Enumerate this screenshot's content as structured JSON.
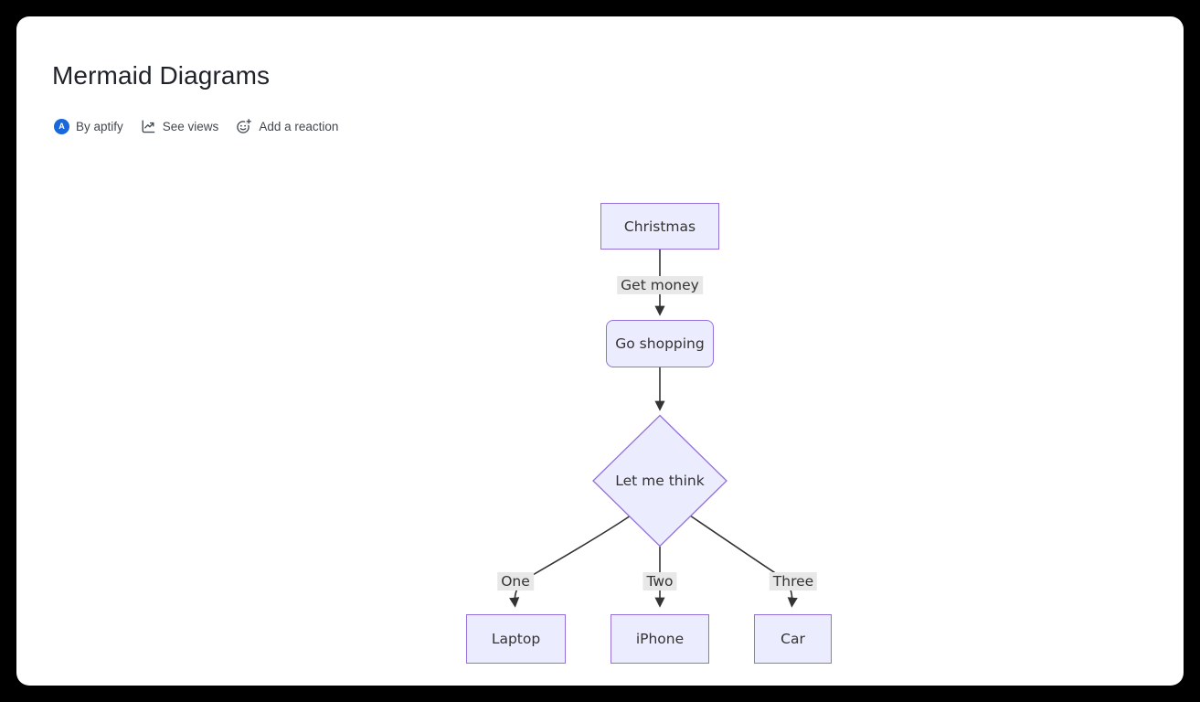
{
  "header": {
    "title": "Mermaid Diagrams",
    "byline": {
      "avatar_letter": "A",
      "author_label": "By aptify",
      "views_label": "See views",
      "reaction_label": "Add a reaction"
    }
  },
  "diagram": {
    "type": "flowchart",
    "direction": "top-down",
    "nodes": [
      {
        "label": "Christmas",
        "shape": "rectangle"
      },
      {
        "label": "Go shopping",
        "shape": "rounded-rectangle"
      },
      {
        "label": "Let me think",
        "shape": "diamond"
      },
      {
        "label": "Laptop",
        "shape": "rectangle"
      },
      {
        "label": "iPhone",
        "shape": "rectangle"
      },
      {
        "label": "Car",
        "shape": "rectangle"
      }
    ],
    "edges": [
      {
        "from": "Christmas",
        "to": "Go shopping",
        "label": "Get money"
      },
      {
        "from": "Go shopping",
        "to": "Let me think",
        "label": ""
      },
      {
        "from": "Let me think",
        "to": "Laptop",
        "label": "One"
      },
      {
        "from": "Let me think",
        "to": "iPhone",
        "label": "Two"
      },
      {
        "from": "Let me think",
        "to": "Car",
        "label": "Three"
      }
    ]
  },
  "theme": {
    "page_background": "#000000",
    "card_background": "#ffffff",
    "title_color": "#1f2329",
    "byline_color": "#42474e",
    "avatar_color": "#1868db",
    "node_fill": "#ececff",
    "node_border": "#9370db",
    "edge_color": "#333333",
    "edge_label_background": "#e8e8e8",
    "diagram_text_color": "#333333"
  }
}
